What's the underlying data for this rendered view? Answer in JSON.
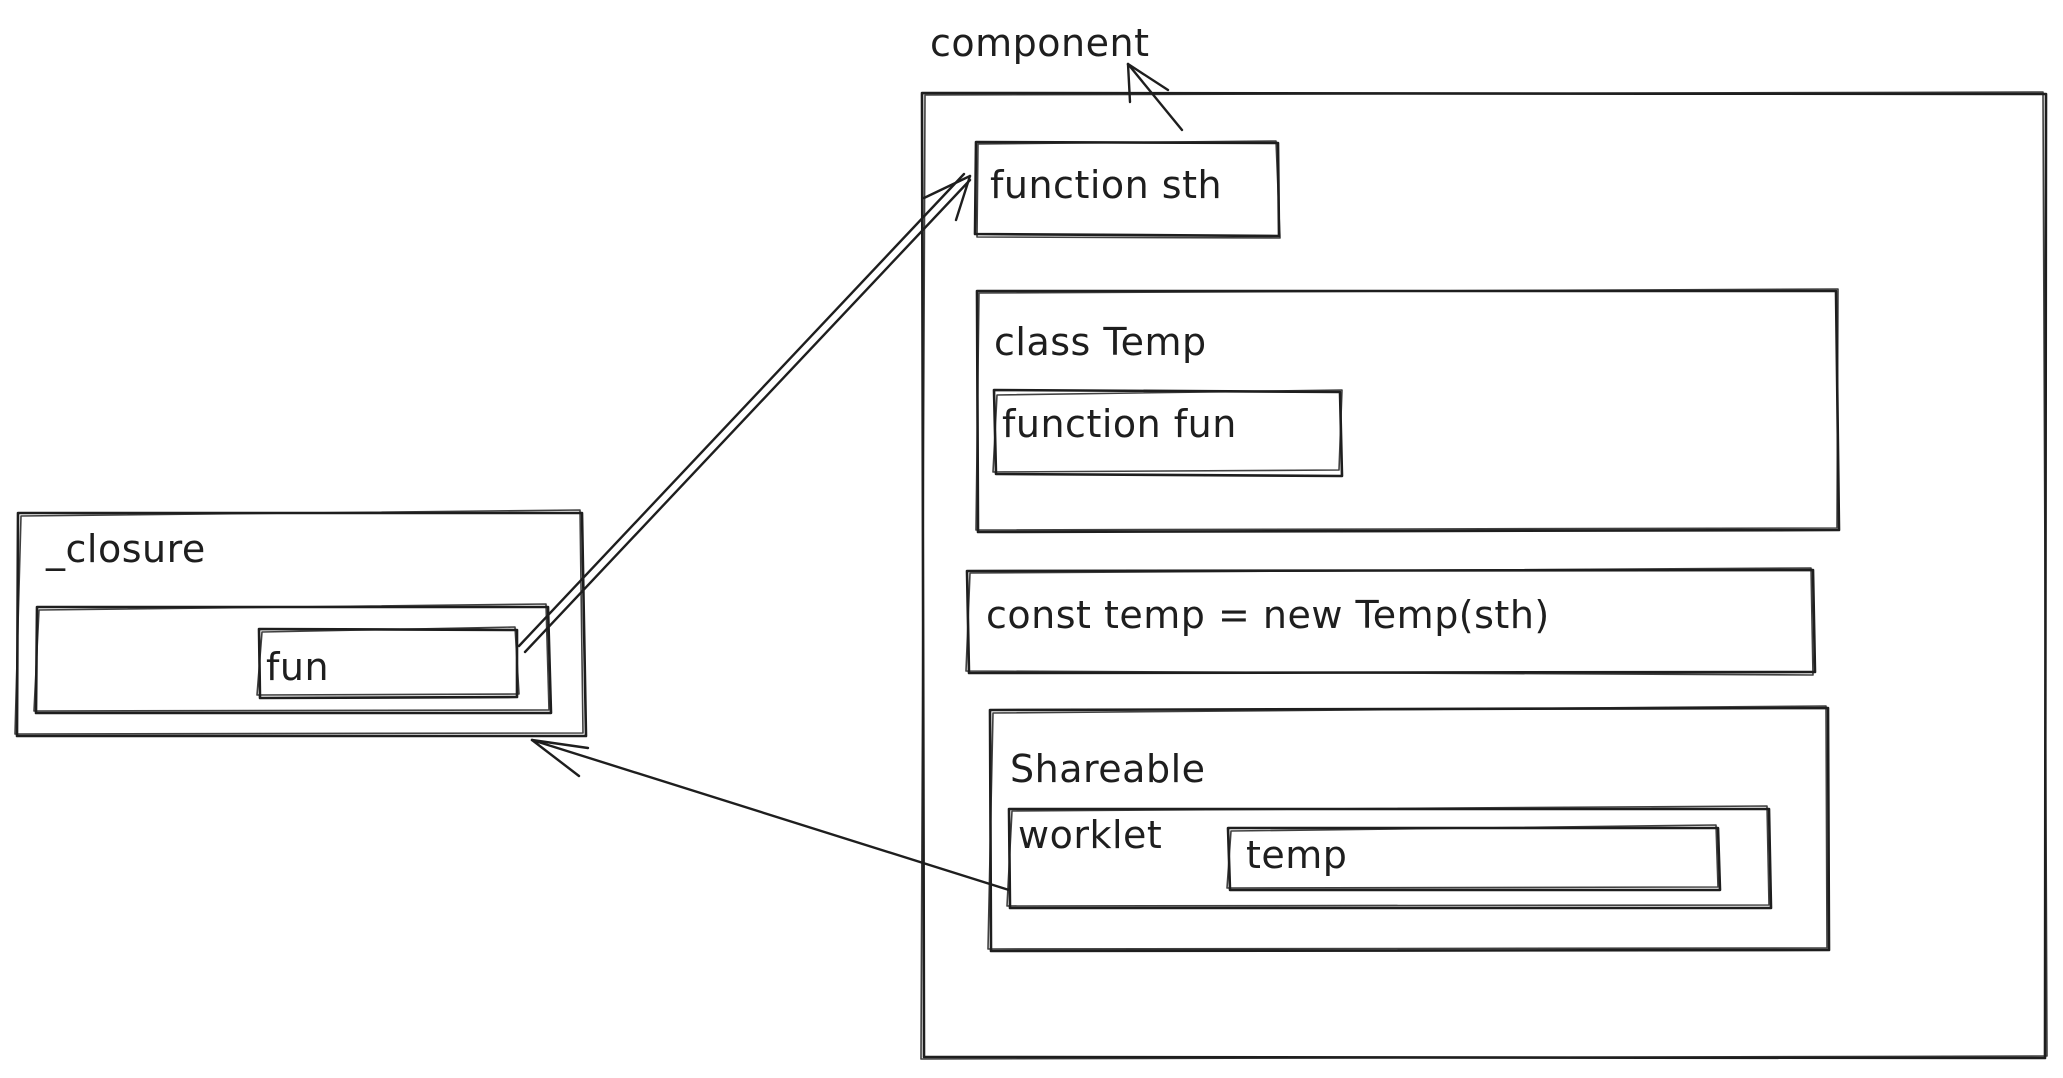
{
  "diagram": {
    "component_label": "component",
    "function_sth_label": "function sth",
    "class_temp_label": "class Temp",
    "function_fun_label": "function fun",
    "const_temp_label": "const temp = new Temp(sth)",
    "shareable_label": "Shareable",
    "worklet_label": "worklet",
    "temp_label": "temp",
    "closure_label": "_closure",
    "fun_label": "fun"
  },
  "colors": {
    "stroke": "#1e1e1e",
    "background": "#ffffff"
  }
}
